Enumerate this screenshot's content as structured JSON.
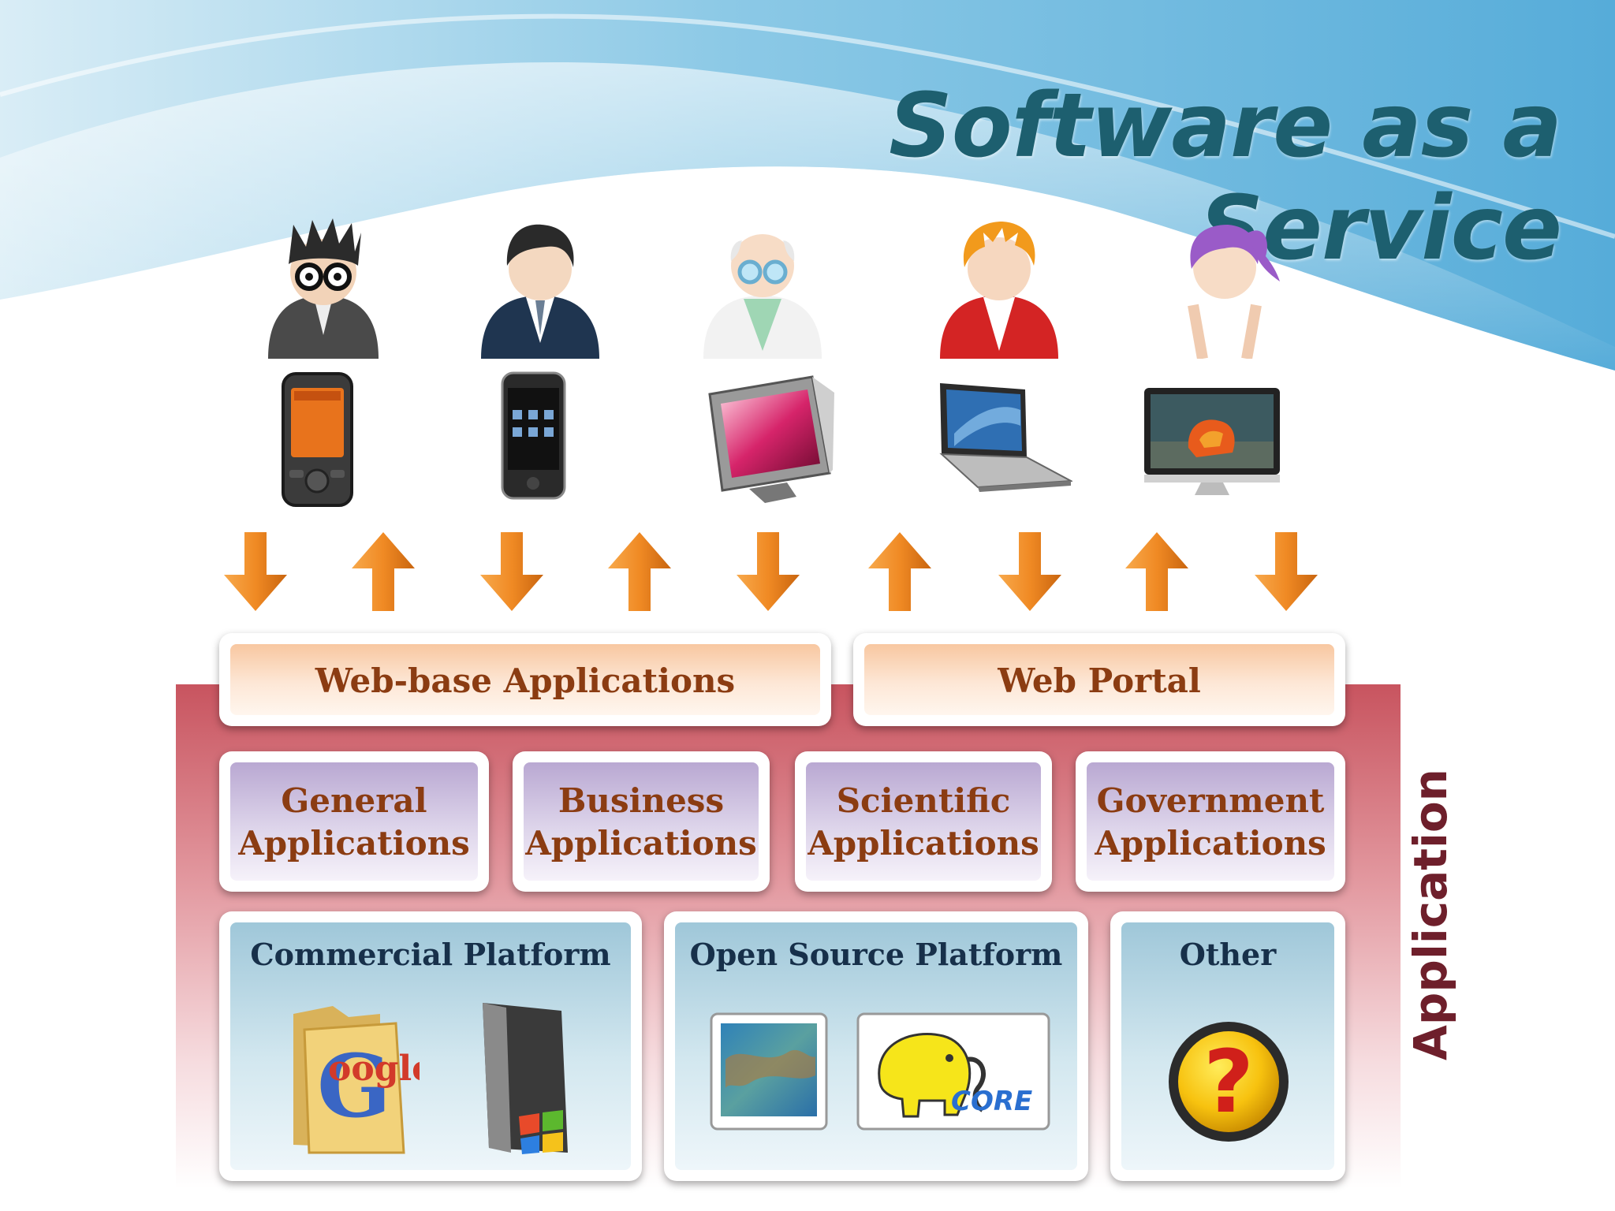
{
  "slide": {
    "title": "Software as a Service",
    "layer_label": "Application"
  },
  "personas": [
    {
      "icon": "user-goggles-icon"
    },
    {
      "icon": "user-businessman-icon"
    },
    {
      "icon": "user-scientist-icon"
    },
    {
      "icon": "user-redhead-icon"
    },
    {
      "icon": "user-woman-icon"
    }
  ],
  "devices": [
    {
      "icon": "pda-phone-icon"
    },
    {
      "icon": "smartphone-icon"
    },
    {
      "icon": "crt-monitor-icon"
    },
    {
      "icon": "laptop-icon"
    },
    {
      "icon": "lcd-monitor-icon"
    }
  ],
  "arrows": [
    "down",
    "up",
    "down",
    "up",
    "down",
    "up",
    "down",
    "up",
    "down"
  ],
  "access_layer": {
    "web_apps": "Web-base Applications",
    "web_portal": "Web Portal"
  },
  "applications": [
    {
      "line1": "General",
      "line2": "Applications"
    },
    {
      "line1": "Business",
      "line2": "Applications"
    },
    {
      "line1": "Scientific",
      "line2": "Applications"
    },
    {
      "line1": "Government",
      "line2": "Applications"
    }
  ],
  "platforms": {
    "commercial": {
      "title": "Commercial Platform",
      "google_text": "oogle",
      "google_initial": "G"
    },
    "open_source": {
      "title": "Open Source Platform",
      "core_text": "CORE"
    },
    "other": {
      "title": "Other",
      "symbol": "?"
    }
  },
  "colors": {
    "title": "#1d5f6f",
    "accent_orange": "#f08a24",
    "app_layer": "#c8545f",
    "app_text": "#8b3c12",
    "platform_text": "#17304a"
  }
}
